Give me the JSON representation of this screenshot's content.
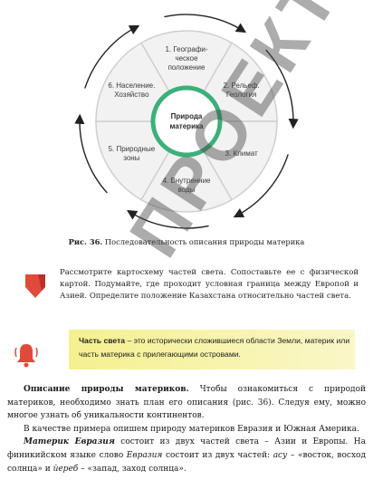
{
  "diagram": {
    "center": [
      "Природа",
      "материка"
    ],
    "segments": [
      {
        "lines": [
          "1. Географи-",
          "ческое",
          "положение"
        ]
      },
      {
        "lines": [
          "2. Рельеф.",
          "Геология"
        ]
      },
      {
        "lines": [
          "3. Климат"
        ]
      },
      {
        "lines": [
          "4. Внутренние",
          "воды"
        ]
      },
      {
        "lines": [
          "5. Природные",
          "зоны"
        ]
      },
      {
        "lines": [
          "6. Население.",
          "Хозяйство"
        ]
      }
    ],
    "colors": {
      "segment_fill": "#f2f2f2",
      "segment_stroke": "#cfcfcf",
      "center_ring": "#3bb07a",
      "arrows": "#222222"
    }
  },
  "caption": {
    "number": "Рис. 36.",
    "text": "Последовательность описания природы материка"
  },
  "task": {
    "icon": "red-down-arrow-icon",
    "text": "Рассмотрите картосхему частей света. Сопоставьте ее с физической картой. Подумайте, где проходит условная граница между Европой и Азией. Определите положение Казахстана относительно частей света."
  },
  "definition": {
    "icon": "red-bell-icon",
    "term": "Часть света",
    "text": " – это исторически сложившиеся области Земли, материк или часть материка с прилегающими островами.",
    "color": "#f5f08f"
  },
  "body": {
    "p1_bold": "Описание природы материков.",
    "p1_rest": " Чтобы ознакомиться с природой материков, необходимо знать план его описания (рис. 36). Следуя ему, можно многое узнать об уникальности континентов.",
    "p2": "В качестве примера опишем природу материков Евразия и Южная Америка.",
    "p3_bold": "Материк Евразия",
    "p3_a": " состоит из двух частей света – Азии и Европы. На финикийском языке слово ",
    "p3_it1": "Евразия",
    "p3_b": " состоит из двух частей: ",
    "p3_it2": "асу",
    "p3_c": " – «восток, восход солнца» и ",
    "p3_it3": "йереб",
    "p3_d": " – «запад, заход солнца»."
  },
  "watermark": "ПРОЕКТ"
}
